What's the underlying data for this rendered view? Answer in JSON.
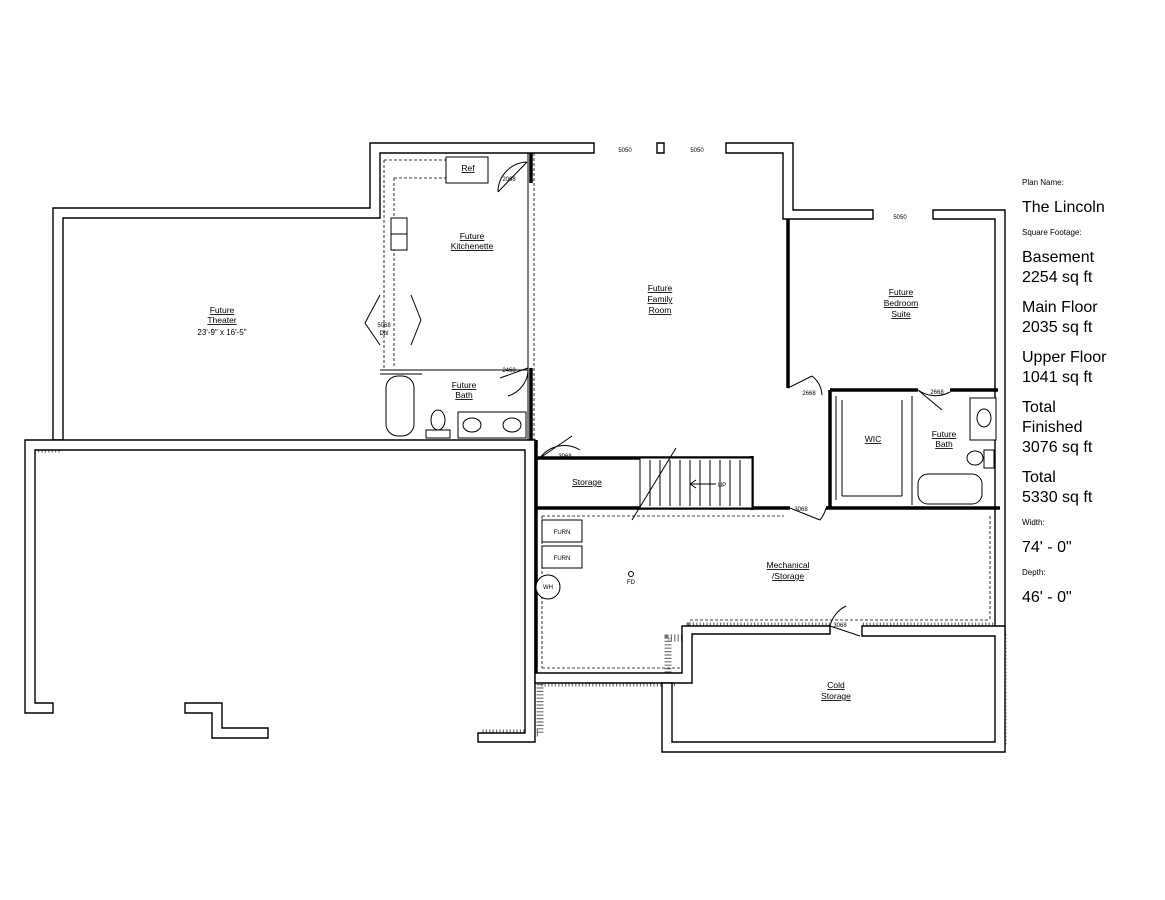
{
  "plan": {
    "rooms": {
      "theater": [
        "Future",
        "Theater",
        "23'-9\" x 16'-5\""
      ],
      "kitchenette": [
        "Future",
        "Kitchenette"
      ],
      "family": [
        "Future",
        "Family",
        "Room"
      ],
      "bedroom": [
        "Future",
        "Bedroom",
        "Suite"
      ],
      "bath1": [
        "Future",
        "Bath"
      ],
      "bath2": [
        "Future",
        "Bath"
      ],
      "wic": "WIC",
      "storage": "Storage",
      "mechanical": [
        "Mechanical",
        "/Storage"
      ],
      "cold": [
        "Cold",
        "Storage"
      ],
      "ref": "Ref"
    },
    "fixtures": {
      "furn1": "FURN",
      "furn2": "FURN",
      "wh": "WH",
      "fd": "FD",
      "up": "UP",
      "dbl": "Dbl"
    },
    "dims": {
      "win1": "5050",
      "win2": "5050",
      "win3": "5050",
      "d2068": "2068",
      "d5068": "5068",
      "d2468": "2468",
      "d3068a": "3068",
      "d2668a": "2668",
      "d2668b": "2668",
      "d3068b": "3068",
      "d3068c": "3068"
    }
  },
  "info": {
    "plan_name_label": "Plan Name:",
    "plan_name": "The Lincoln",
    "sqft_label": "Square Footage:",
    "basement": "Basement\n2254 sq ft",
    "main": "Main Floor\n2035 sq ft",
    "upper": "Upper Floor\n1041 sq ft",
    "finished": "Total\nFinished\n3076 sq ft",
    "total": "Total\n5330 sq ft",
    "width_label": "Width:",
    "width": "74' - 0\"",
    "depth_label": "Depth:",
    "depth": "46' - 0\""
  }
}
